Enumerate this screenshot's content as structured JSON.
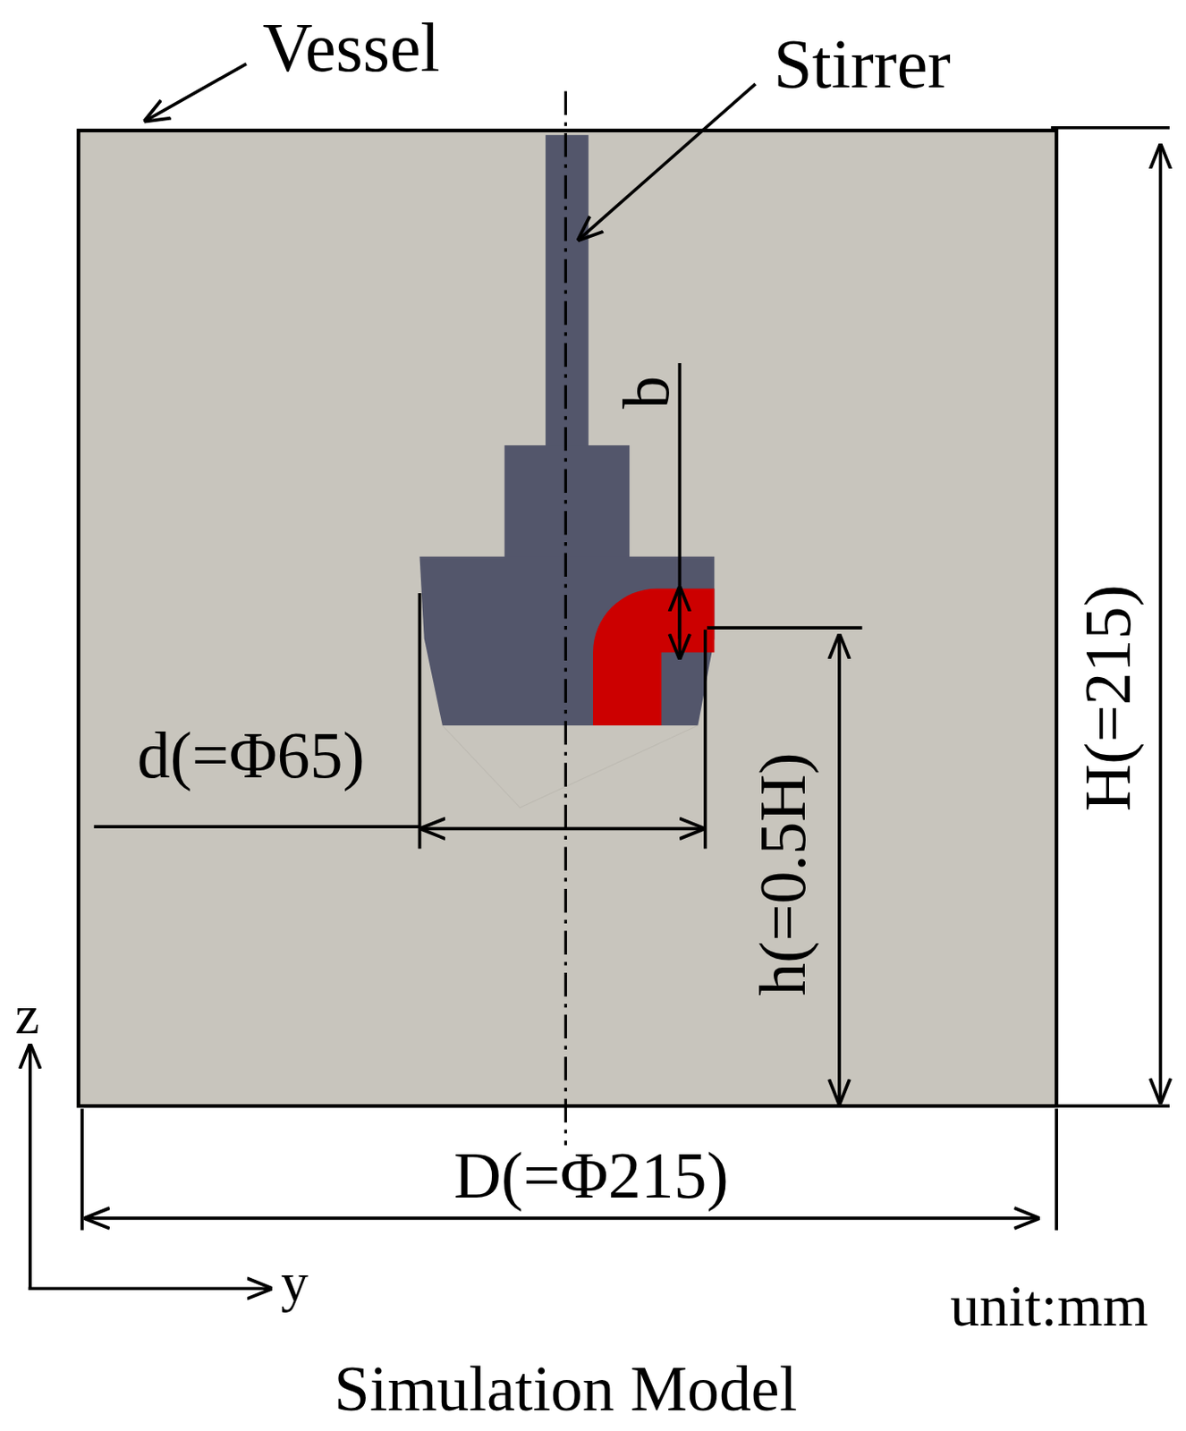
{
  "diagram": {
    "caption": "Simulation Model",
    "labels": [
      "Vessel",
      "Stirrer",
      "b",
      "d(=Φ65)",
      "h(=0.5H)",
      "H(=215)",
      "D(=Φ215)",
      "z",
      "y",
      "unit:mm"
    ]
  }
}
